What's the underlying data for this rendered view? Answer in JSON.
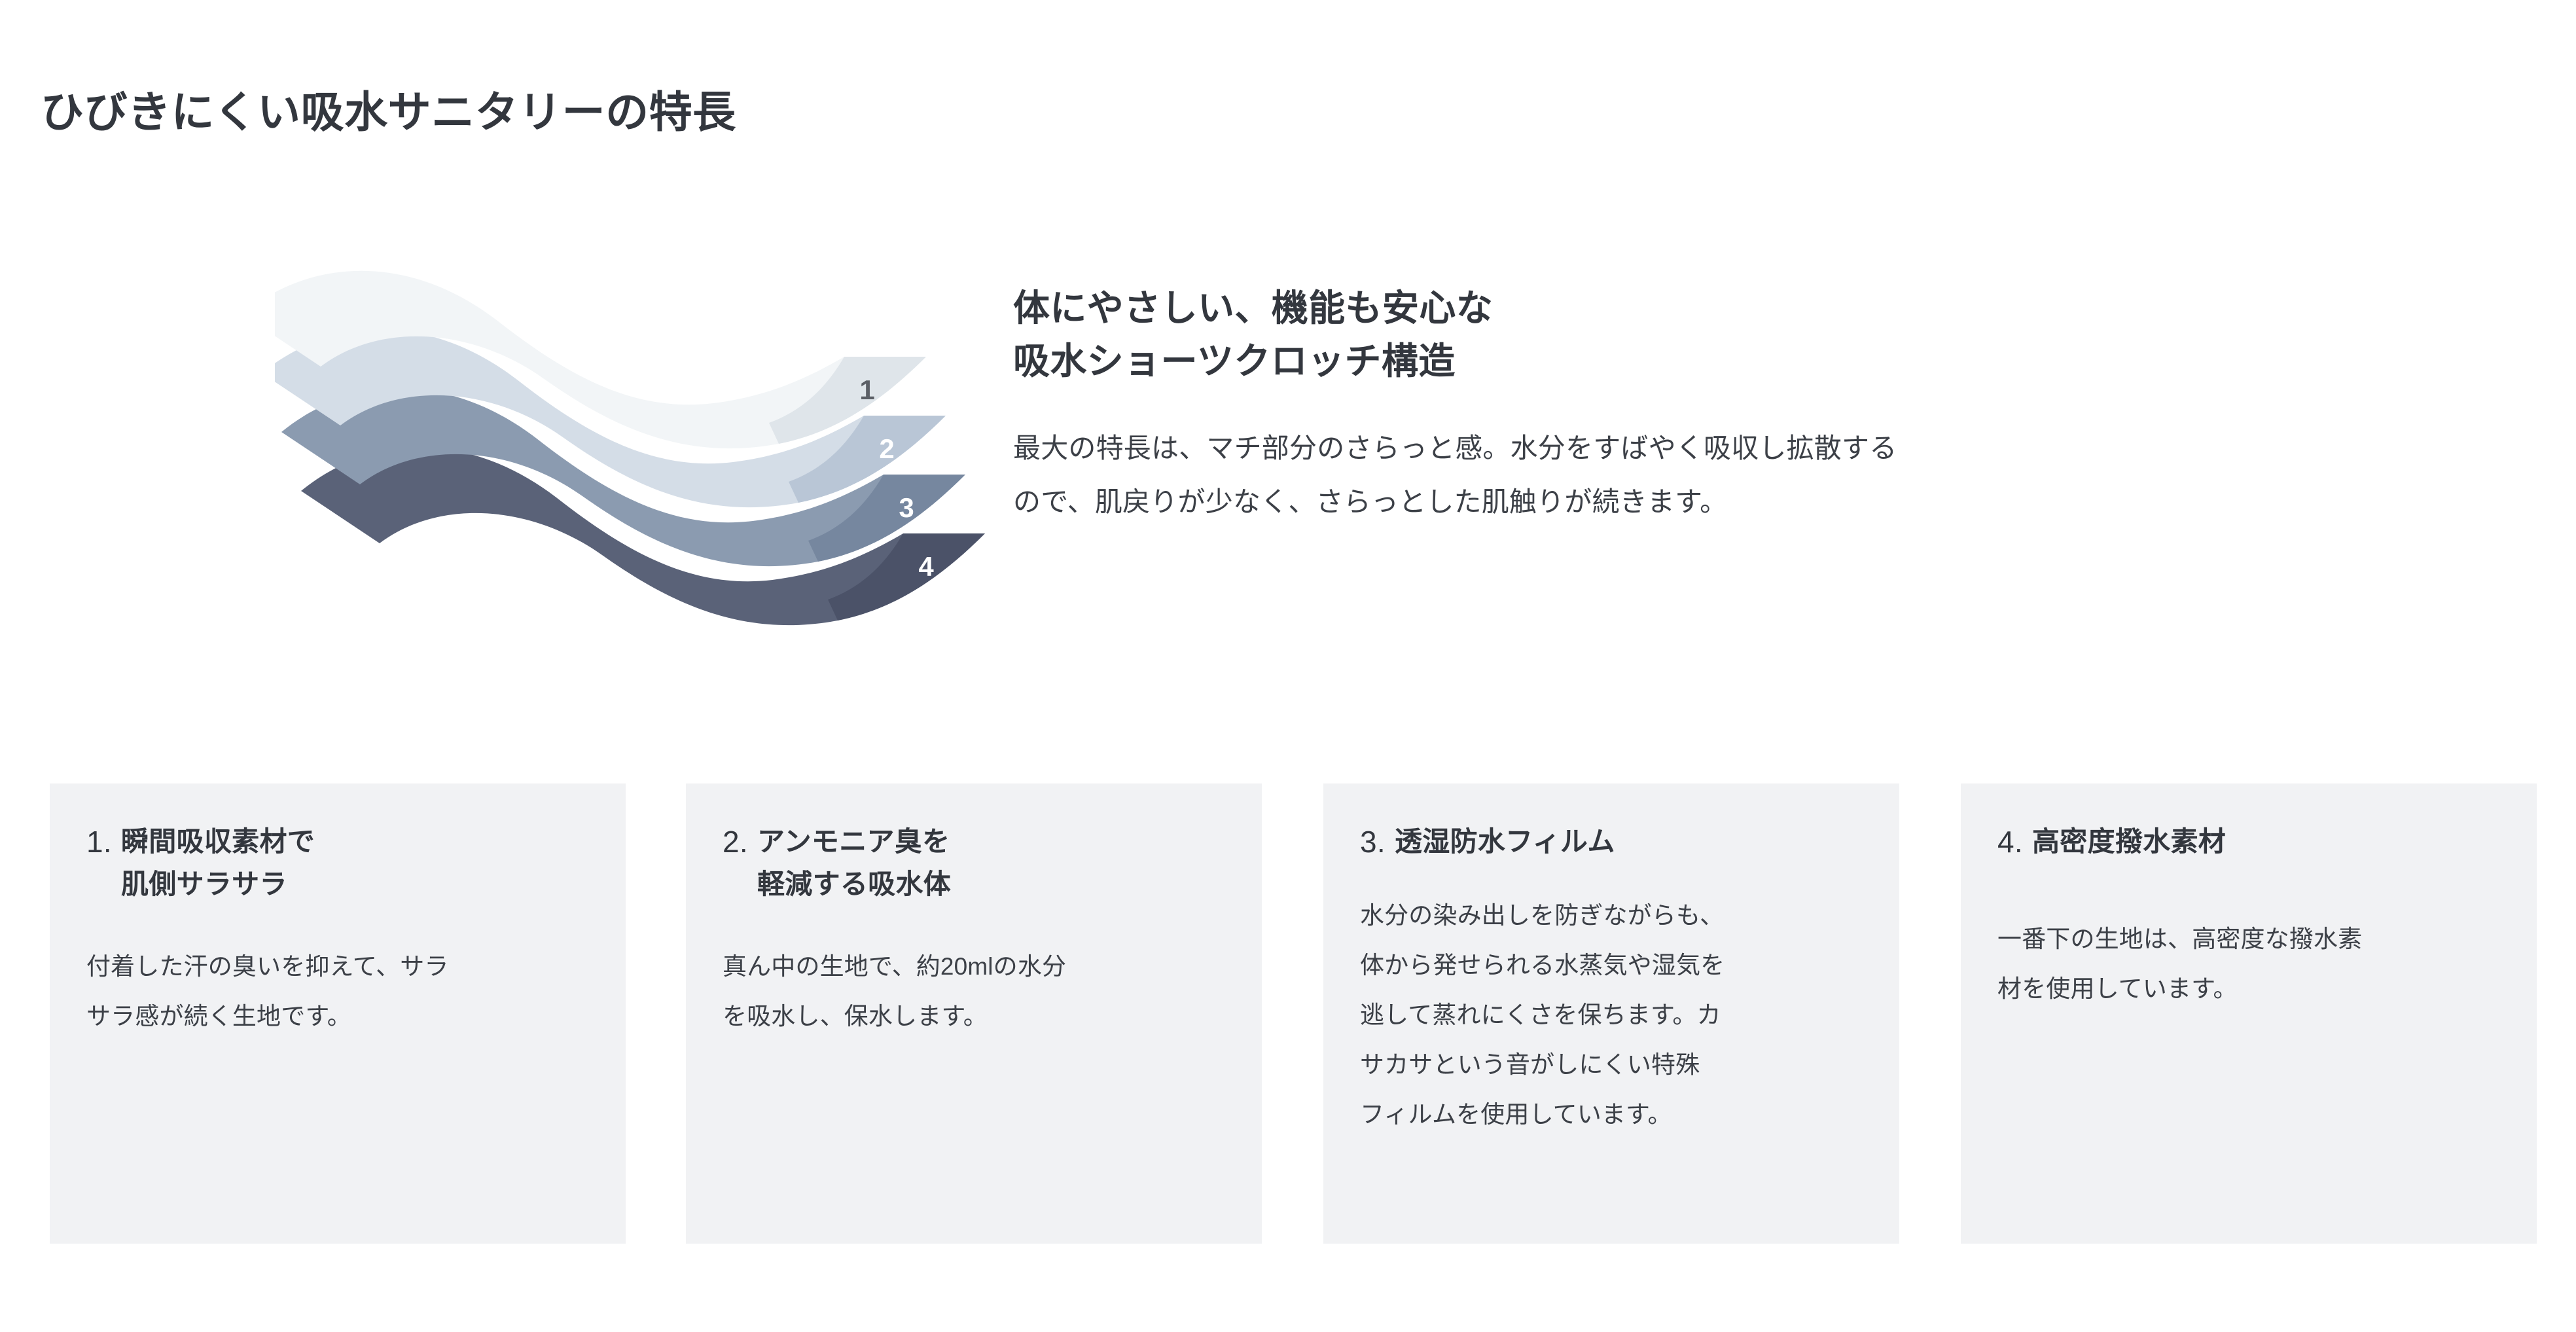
{
  "page": {
    "title": "ひびきにくい吸水サニタリーの特長",
    "text_color": "#383c43",
    "background": "#ffffff"
  },
  "hero": {
    "heading_line1": "体にやさしい、機能も安心な",
    "heading_line2": "吸水ショーツクロッチ構造",
    "body_line1": "最大の特長は、マチ部分のさらっと感。水分をすばやく吸収し拡散する",
    "body_line2": "ので、肌戻りが少なく、さらっとした肌触りが続きます。",
    "figure": {
      "name": "fabric-layer-diagram",
      "layers": [
        {
          "number": "1",
          "fill": "#f2f5f7",
          "edge": "#dfe5ea",
          "label_color": "#5b5f66"
        },
        {
          "number": "2",
          "fill": "#d4dde7",
          "edge": "#b9c6d6",
          "label_color": "#ffffff"
        },
        {
          "number": "3",
          "fill": "#8b9bb0",
          "edge": "#76879f",
          "label_color": "#ffffff"
        },
        {
          "number": "4",
          "fill": "#5a6278",
          "edge": "#4b5268",
          "label_color": "#ffffff"
        }
      ]
    }
  },
  "cards": [
    {
      "number": "1.",
      "title_line1": "瞬間吸収素材で",
      "title_line2": "肌側サラサラ",
      "body_line1": "付着した汗の臭いを抑えて、サラ",
      "body_line2": "サラ感が続く生地です。",
      "body_line3": "",
      "body_line4": "",
      "body_line5": ""
    },
    {
      "number": "2.",
      "title_line1": "アンモニア臭を",
      "title_line2": "軽減する吸水体",
      "body_line1": "真ん中の生地で、約20mlの水分",
      "body_line2": "を吸水し、保水します。",
      "body_line3": "",
      "body_line4": "",
      "body_line5": ""
    },
    {
      "number": "3.",
      "title_line1": "透湿防水フィルム",
      "title_line2": "",
      "body_line1": "水分の染み出しを防ぎながらも、",
      "body_line2": "体から発せられる水蒸気や湿気を",
      "body_line3": "逃して蒸れにくさを保ちます。カ",
      "body_line4": "サカサという音がしにくい特殊",
      "body_line5": "フィルムを使用しています。"
    },
    {
      "number": "4.",
      "title_line1": "高密度撥水素材",
      "title_line2": "",
      "body_line1": "一番下の生地は、高密度な撥水素",
      "body_line2": "材を使用しています。",
      "body_line3": "",
      "body_line4": "",
      "body_line5": ""
    }
  ],
  "colors": {
    "card_background": "#f1f2f4",
    "heading": "#33373e",
    "body": "#3c4047"
  }
}
